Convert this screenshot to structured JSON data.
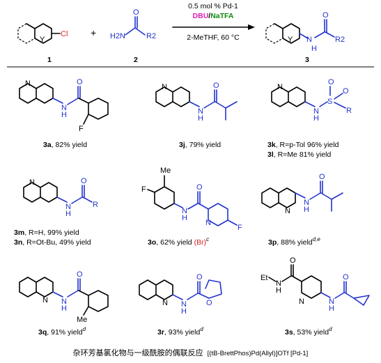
{
  "header": {
    "catalyst_line": "0.5 mol % Pd-1",
    "base": "DBU",
    "slash": "/",
    "additive": "NaTFA",
    "conditions": "2-MeTHF, 60 °C",
    "plus": "+",
    "reactant1_number": "1",
    "reactant2_number": "2",
    "product_number": "3",
    "atoms": {
      "Y": "Y",
      "Cl": "Cl",
      "H2N": "H2N",
      "O": "O",
      "R2": "R2",
      "N": "N",
      "H": "H"
    }
  },
  "products": [
    {
      "id": "3a",
      "text": ", 82% yield"
    },
    {
      "id": "3j",
      "text": ", 79% yield"
    },
    {
      "id": "3k",
      "text": ", R=p-Tol 96% yield"
    },
    {
      "id": "3l",
      "text": ", R=Me 81% yield"
    },
    {
      "id": "3m",
      "text": ", R=H, 99% yield"
    },
    {
      "id": "3n",
      "text": ", R=Ot-Bu, 49% yield"
    },
    {
      "id": "3o",
      "text": ", 62% yield",
      "extra": "(Br)",
      "sup": "c"
    },
    {
      "id": "3p",
      "text": ", 88% yield",
      "sup": "d,e"
    },
    {
      "id": "3q",
      "text": ", 91% yield",
      "sup": "d"
    },
    {
      "id": "3r",
      "text": ", 93% yield",
      "sup": "d"
    },
    {
      "id": "3s",
      "text": ", 53% yield",
      "sup": "d"
    }
  ],
  "caption": {
    "title": "杂环芳基氯化物与一级酰胺的偶联反应",
    "reference": "[(tB-BrettPhos)Pd(Allyl)]OTf [Pd-1]"
  },
  "colors": {
    "pd_catalyst_red": "#d42020",
    "base_magenta": "#e020b0",
    "additive_green": "#108a10",
    "amide_blue": "#2233cc",
    "chloride_red": "#e02020"
  }
}
